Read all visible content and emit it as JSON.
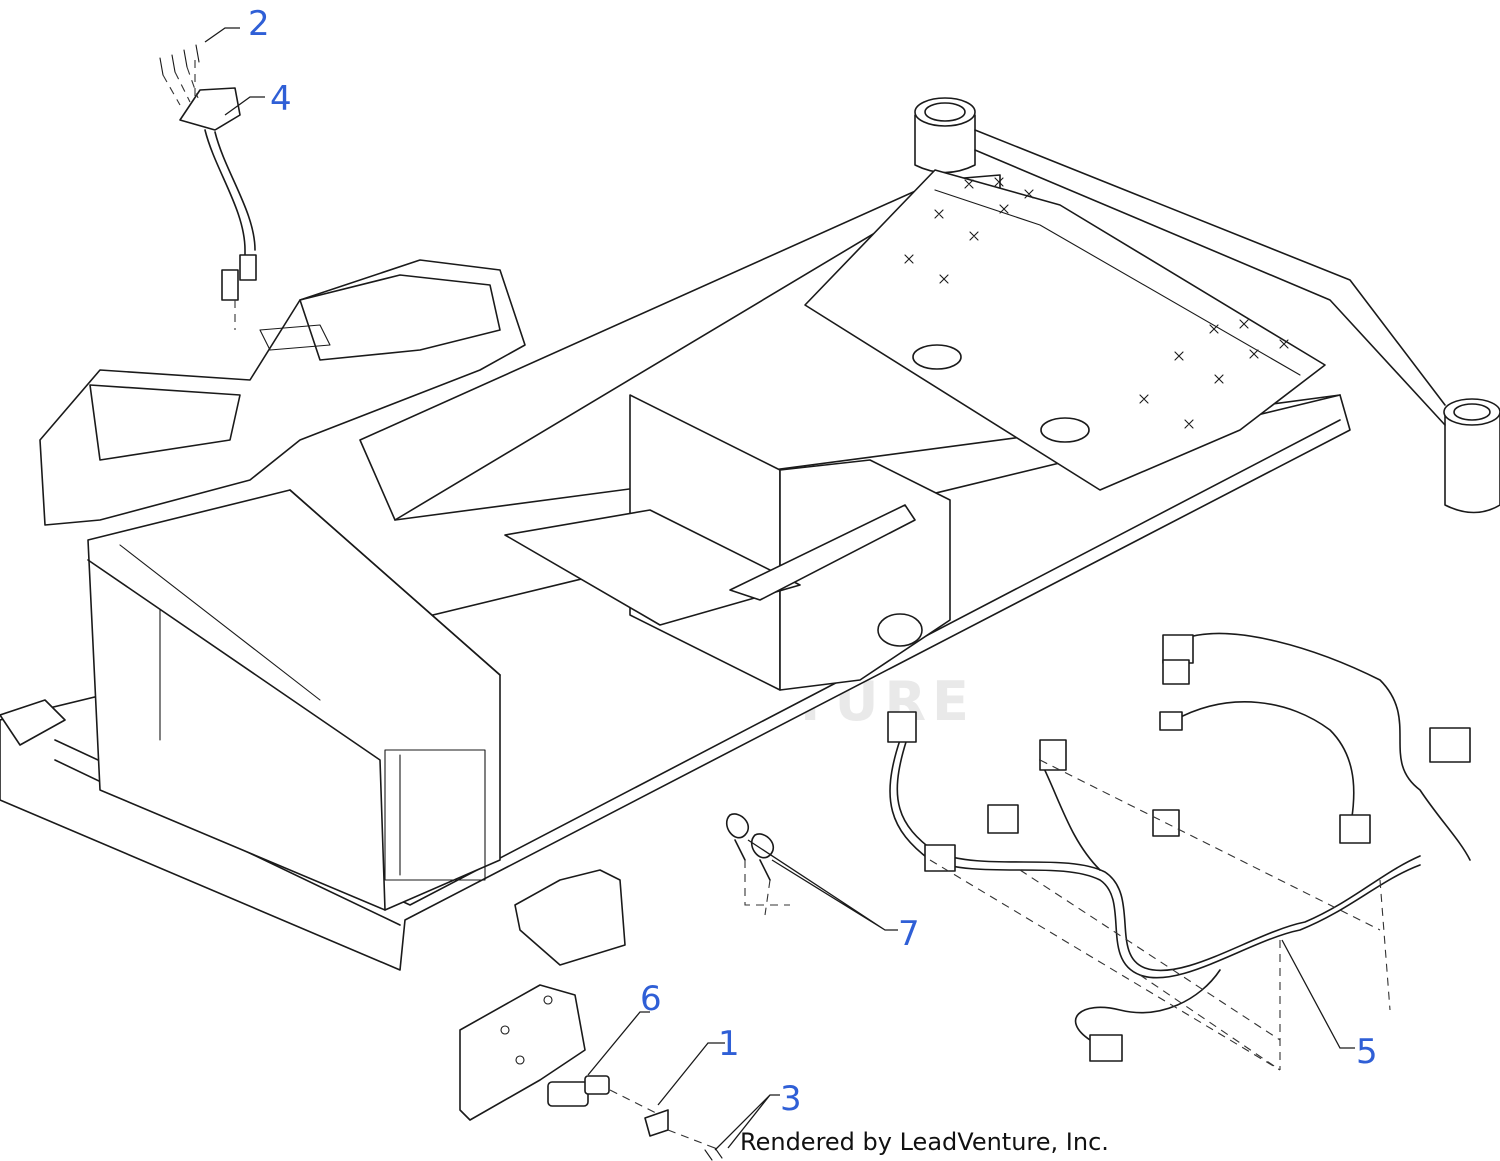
{
  "diagram": {
    "callouts": [
      {
        "id": "callout-1",
        "label": "1"
      },
      {
        "id": "callout-2",
        "label": "2"
      },
      {
        "id": "callout-3",
        "label": "3"
      },
      {
        "id": "callout-4",
        "label": "4"
      },
      {
        "id": "callout-5",
        "label": "5"
      },
      {
        "id": "callout-6",
        "label": "6"
      },
      {
        "id": "callout-7",
        "label": "7"
      }
    ],
    "credit": "Rendered by LeadVenture, Inc.",
    "watermark": "LEADVENTURE",
    "colors": {
      "callout": "#2f5fd6",
      "line": "#1a1a1a",
      "background": "#ffffff"
    }
  }
}
